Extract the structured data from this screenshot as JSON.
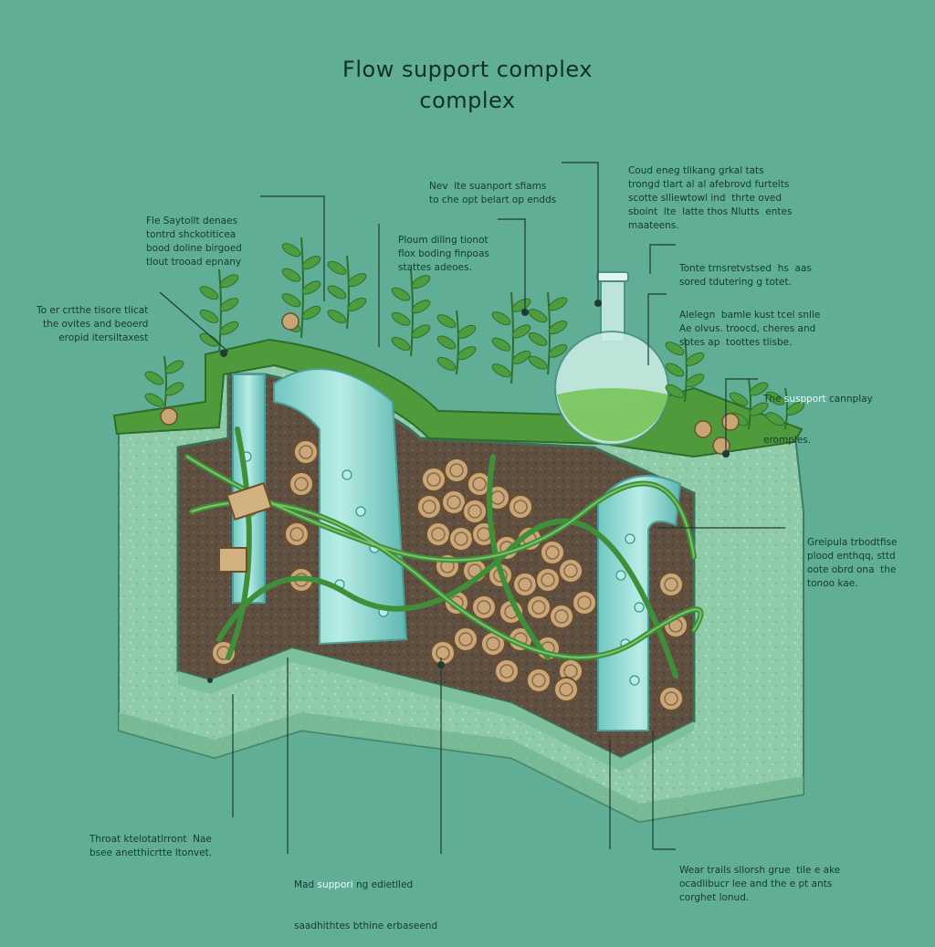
{
  "title": {
    "line1": "Flow support complex",
    "line2": "complex"
  },
  "labels": {
    "top_left_a": [
      "Fle Saytollt denaes",
      "tontrd shckotiticea",
      "bood doline birgoed",
      "tlout trooad epnany"
    ],
    "mid_left": [
      "To er crtthe tisore tlicat",
      "the ovites and beoerd",
      "eropid itersiltaxest"
    ],
    "center_top_a": [
      "Nev  lte suanport sfiams",
      "to che opt belart op endds"
    ],
    "center_top_b": [
      "Ploum dillng tionot",
      "flox boding finpoas",
      "stattes adeoes."
    ],
    "top_right_a": [
      "Coud eneg tlikang grkal tats",
      "trongd tlart al al afebrovd furtelts",
      "scotte slliewtowl ind  thrte oved",
      "sboint  lte  latte thos Nlutts  entes",
      "maateens."
    ],
    "right_a": [
      "Tonte trnsretvstsed  hs  aas",
      "sored tdutering g totet."
    ],
    "right_b": [
      "Alelegn  bamle kust tcel snlle",
      "Ae olvus. troocd, cheres and",
      "sotes ap  toottes tlisbe."
    ],
    "right_c_1": "The",
    "right_c_hl": "suspport",
    "right_c_2": "cannplay",
    "right_c_3": "eromples.",
    "right_d": [
      "Greipula trbodtfise",
      "plood enthqq, sttd",
      "oote obrd ona  the",
      "tonoo kae."
    ],
    "bottom_left": [
      "Throat ktelotatlrront  Nae",
      "bsee anetthicrtte ltonvet."
    ],
    "bottom_center_1": "Mad",
    "bottom_center_hl": "suppori",
    "bottom_center_2": "ng edietlled",
    "bottom_center_3": "saadhithtes bthine erbaseend",
    "bottom_right": [
      "Wear trails sllorsh grue  tile e ake",
      "ocadlibucr lee and the e pt ants",
      "corghet lonud."
    ]
  },
  "colors": {
    "background": "#5fae95",
    "soil": "#6e5a48",
    "water": "#86d3cc",
    "vine": "#3f8f3a",
    "log": "#caa77a",
    "stone": "#8fc9ab"
  }
}
